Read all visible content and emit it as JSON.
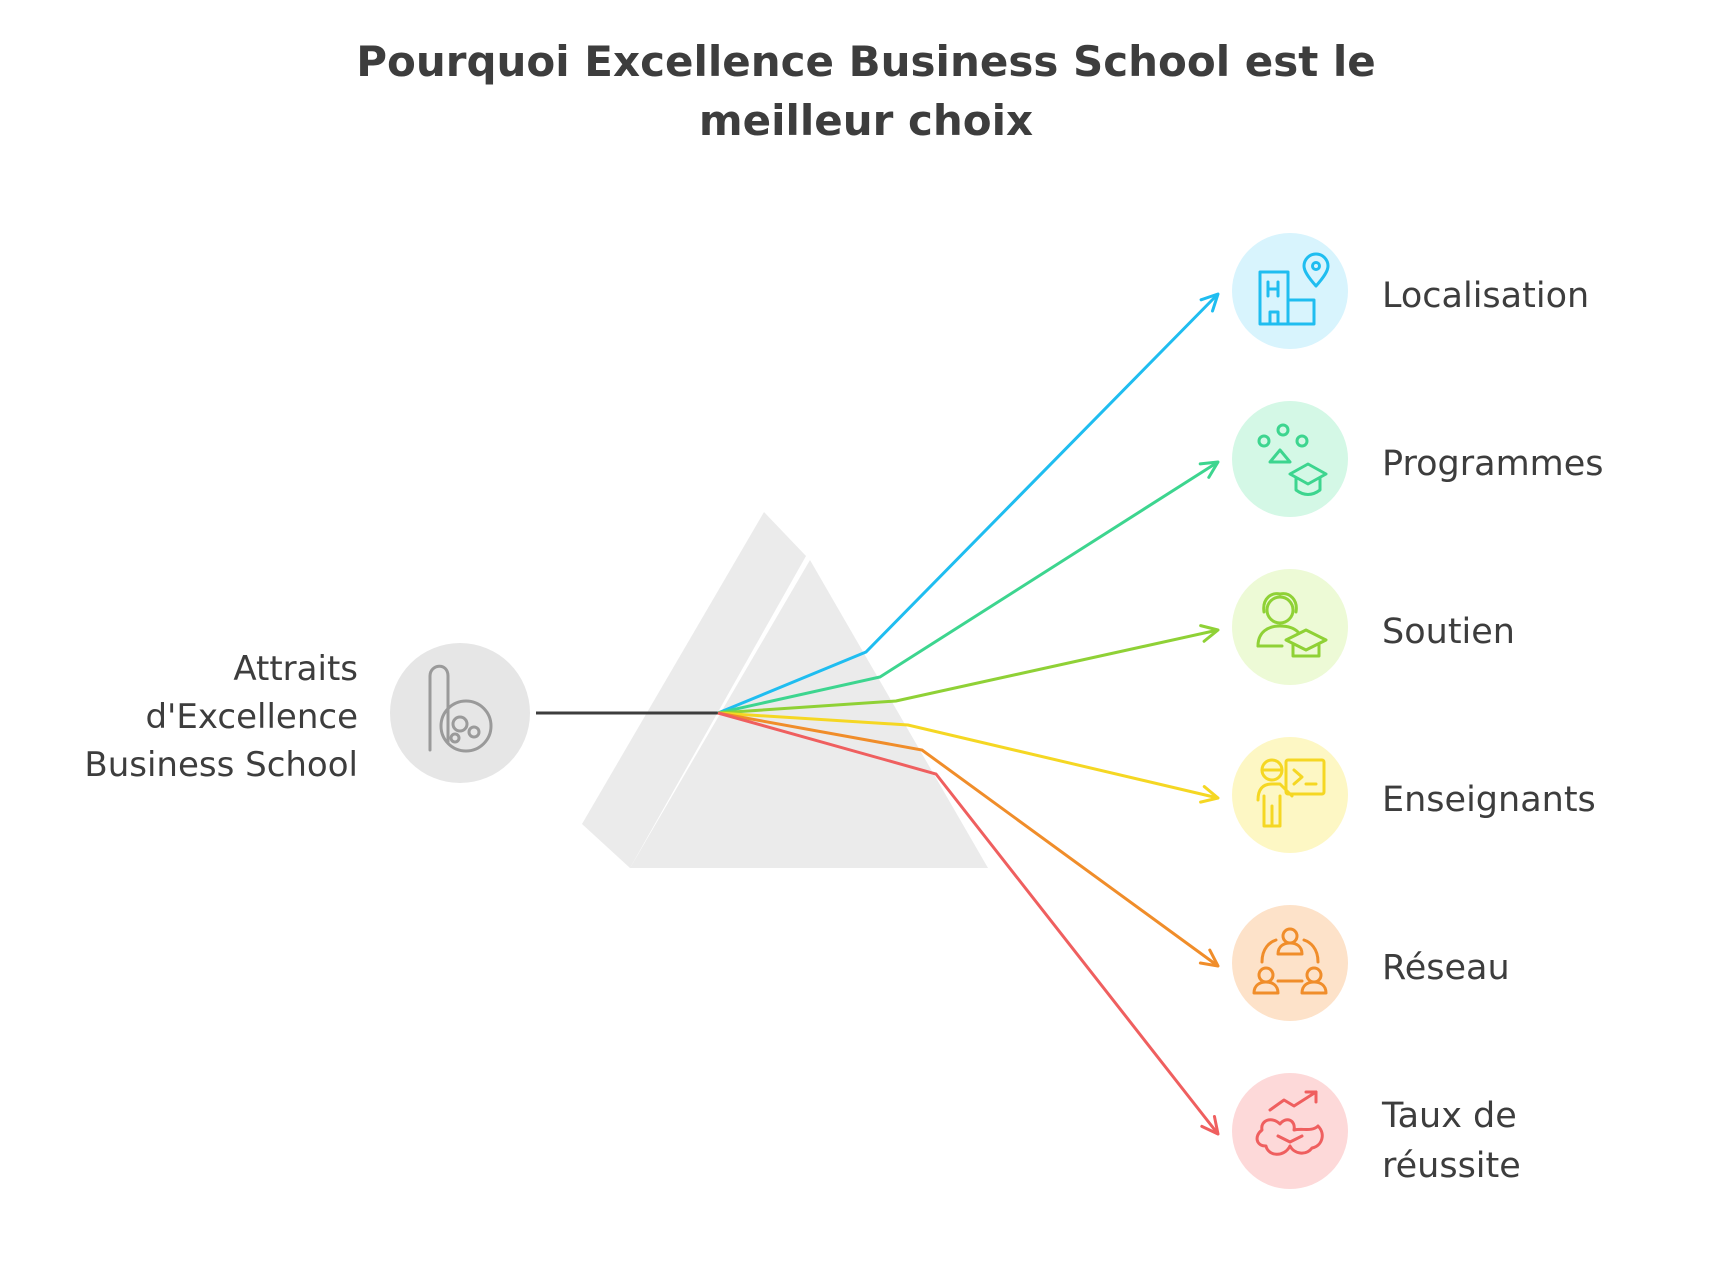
{
  "title": {
    "line1": "Pourquoi Excellence Business School est le",
    "line2": "meilleur choix"
  },
  "source": {
    "label_lines": [
      "Attraits",
      "d'Excellence",
      "Business School"
    ],
    "icon": "school-logo-icon",
    "color": "#9a9a9a",
    "circle_color": "#e6e6e6"
  },
  "prism": {
    "color": "#ebebeb"
  },
  "branches": [
    {
      "id": "localisation",
      "label_lines": [
        "Localisation"
      ],
      "icon": "building-location-icon",
      "color": "#1fbdf0",
      "circle_color": "#d8f4fd"
    },
    {
      "id": "programmes",
      "label_lines": [
        "Programmes"
      ],
      "icon": "graduation-program-icon",
      "color": "#3dd58f",
      "circle_color": "#d4f8e6"
    },
    {
      "id": "soutien",
      "label_lines": [
        "Soutien"
      ],
      "icon": "student-support-icon",
      "color": "#8fd136",
      "circle_color": "#edfad6"
    },
    {
      "id": "enseignants",
      "label_lines": [
        "Enseignants"
      ],
      "icon": "teacher-board-icon",
      "color": "#f5d723",
      "circle_color": "#fdf7c4"
    },
    {
      "id": "reseau",
      "label_lines": [
        "Réseau"
      ],
      "icon": "network-people-icon",
      "color": "#f08d2a",
      "circle_color": "#fde2c9"
    },
    {
      "id": "taux-de-reussite",
      "label_lines": [
        "Taux de",
        "réussite"
      ],
      "icon": "success-rate-icon",
      "color": "#ef5f5f",
      "circle_color": "#fdd9d9"
    }
  ]
}
